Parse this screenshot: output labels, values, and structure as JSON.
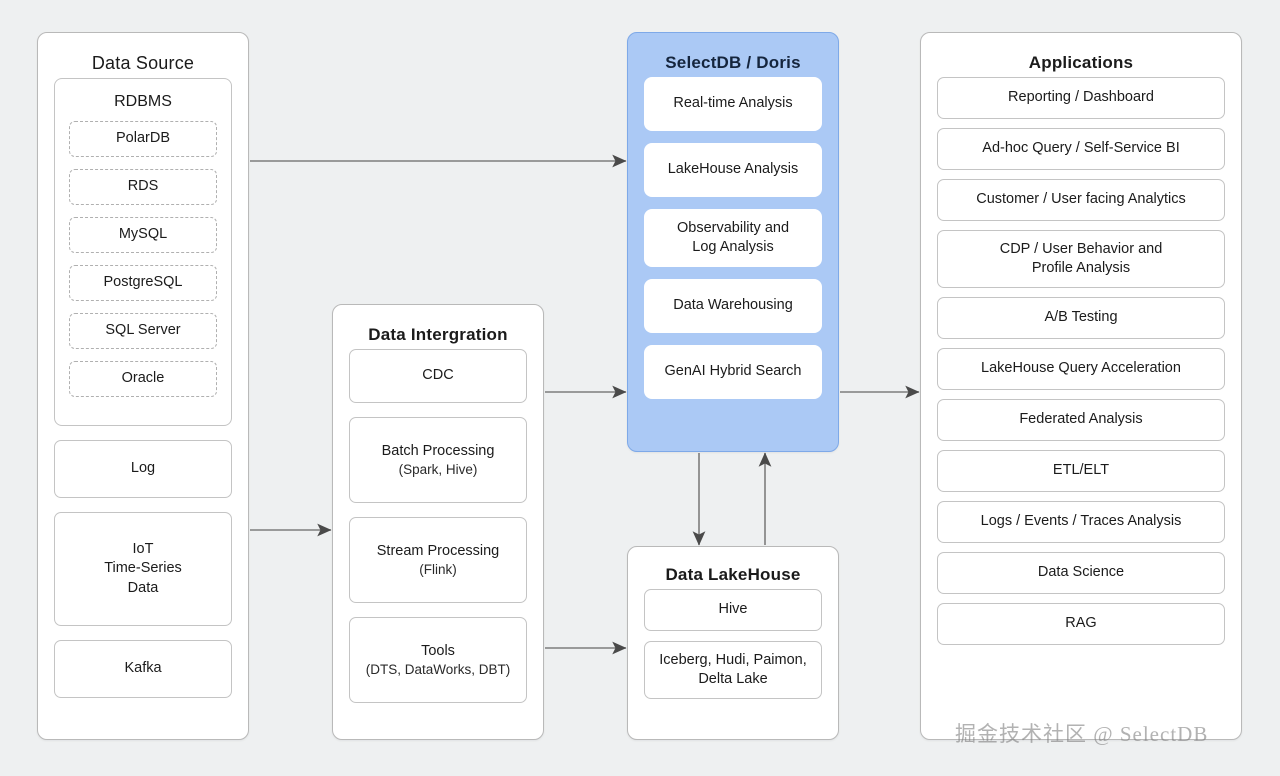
{
  "diagram": {
    "background_color": "#eef0f1",
    "accent_color": "#abc9f5",
    "border_color": "#c4c4c4",
    "arrow_color": "#4a4a4a"
  },
  "columns": {
    "data_source": {
      "title": "Data Source",
      "groups": [
        {
          "name": "rdbms",
          "title": "RDBMS",
          "style": "dashed",
          "items": [
            {
              "label": "PolarDB"
            },
            {
              "label": "RDS"
            },
            {
              "label": "MySQL"
            },
            {
              "label": "PostgreSQL"
            },
            {
              "label": "SQL Server"
            },
            {
              "label": "Oracle"
            }
          ]
        }
      ],
      "items": [
        {
          "label": "Log"
        },
        {
          "label": "IoT\nTime-Series\nData",
          "lines": [
            "IoT",
            "Time-Series",
            "Data"
          ]
        },
        {
          "label": "Kafka"
        }
      ]
    },
    "data_integration": {
      "title": "Data Intergration",
      "items": [
        {
          "label": "CDC",
          "sub": ""
        },
        {
          "label": "Batch Processing",
          "sub": "(Spark, Hive)"
        },
        {
          "label": "Stream Processing",
          "sub": "(Flink)"
        },
        {
          "label": "Tools",
          "sub": "(DTS, DataWorks, DBT)"
        }
      ]
    },
    "selectdb": {
      "title": "SelectDB / Doris",
      "highlighted": true,
      "items": [
        {
          "label": "Real-time Analysis"
        },
        {
          "label": "LakeHouse Analysis"
        },
        {
          "label": "Observability and\nLog Analysis",
          "lines": [
            "Observability and",
            "Log Analysis"
          ]
        },
        {
          "label": "Data Warehousing"
        },
        {
          "label": "GenAI Hybrid Search"
        }
      ]
    },
    "data_lakehouse": {
      "title": "Data LakeHouse",
      "items": [
        {
          "label": "Hive"
        },
        {
          "label": "Iceberg, Hudi, Paimon,\nDelta Lake",
          "lines": [
            "Iceberg, Hudi, Paimon,",
            "Delta Lake"
          ]
        }
      ]
    },
    "applications": {
      "title": "Applications",
      "items": [
        {
          "label": "Reporting / Dashboard"
        },
        {
          "label": "Ad-hoc Query / Self-Service BI"
        },
        {
          "label": "Customer / User facing Analytics"
        },
        {
          "label": "CDP / User Behavior and\nProfile Analysis",
          "lines": [
            "CDP / User Behavior and",
            "Profile Analysis"
          ]
        },
        {
          "label": "A/B Testing"
        },
        {
          "label": "LakeHouse Query Acceleration"
        },
        {
          "label": "Federated Analysis"
        },
        {
          "label": "ETL/ELT"
        },
        {
          "label": "Logs / Events / Traces Analysis"
        },
        {
          "label": "Data Science"
        },
        {
          "label": "RAG"
        }
      ]
    }
  },
  "connections": [
    {
      "name": "source-to-selectdb",
      "from": "Data Source",
      "to": "SelectDB / Doris",
      "direction": "right"
    },
    {
      "name": "source-to-integration",
      "from": "Data Source",
      "to": "Data Intergration",
      "direction": "right"
    },
    {
      "name": "integration-to-selectdb",
      "from": "Data Intergration",
      "to": "SelectDB / Doris",
      "direction": "right"
    },
    {
      "name": "integration-to-lakehouse",
      "from": "Data Intergration",
      "to": "Data LakeHouse",
      "direction": "right"
    },
    {
      "name": "selectdb-to-applications",
      "from": "SelectDB / Doris",
      "to": "Applications",
      "direction": "right"
    },
    {
      "name": "selectdb-to-lakehouse",
      "from": "SelectDB / Doris",
      "to": "Data LakeHouse",
      "direction": "down"
    },
    {
      "name": "lakehouse-to-selectdb",
      "from": "Data LakeHouse",
      "to": "SelectDB / Doris",
      "direction": "up"
    }
  ],
  "watermark": {
    "text": "掘金技术社区 @ SelectDB"
  }
}
